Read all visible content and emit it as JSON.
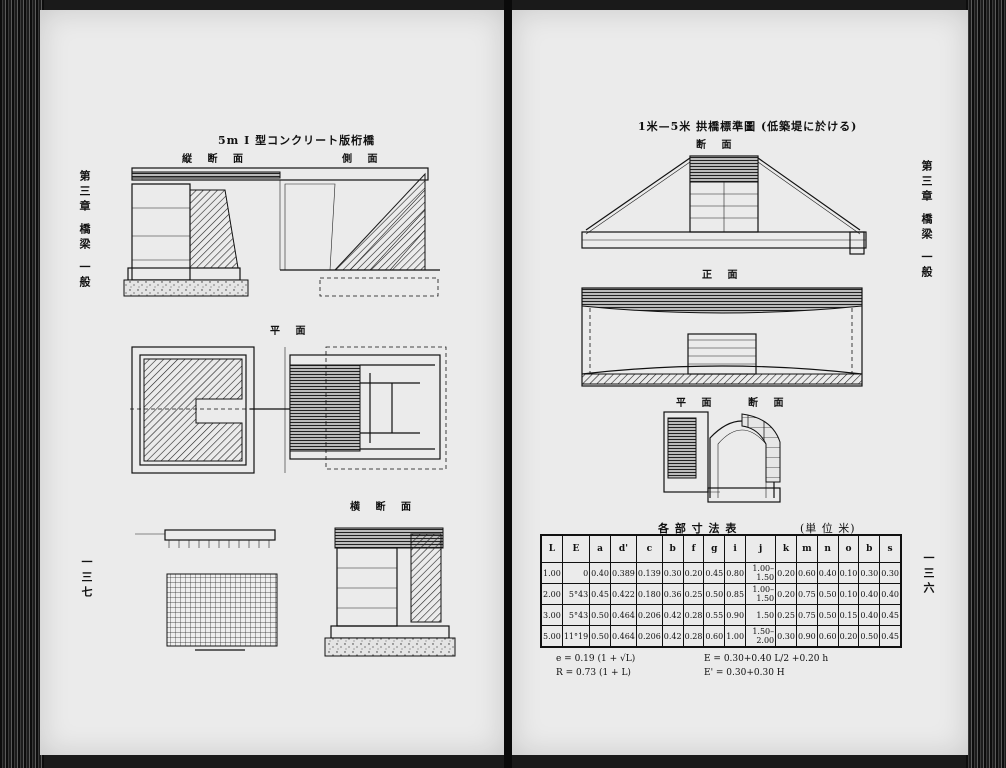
{
  "left_page": {
    "title": "5m I 型コンクリート版桁橋",
    "label_longitudinal": "縦 断 面",
    "label_side": "側 面",
    "label_plan": "平 面",
    "label_cross": "横 断 面",
    "chapter_side": "第三章 橋梁 一般",
    "page_number": "一三七"
  },
  "right_page": {
    "title": "1米—5米 拱橋標準圖 (低築堤に於ける)",
    "label_section": "断 面",
    "label_front": "正 面",
    "label_plan": "平 面",
    "label_cross": "断 面",
    "chapter_side": "第三章 橋梁 一般",
    "page_number": "一三六",
    "table_title": "各 部 寸 法 表",
    "table_unit": "(単 位 米)",
    "table": {
      "headers": [
        "L",
        "E",
        "a",
        "d'",
        "c",
        "b",
        "f",
        "g",
        "i",
        "j",
        "k",
        "m",
        "n",
        "o",
        "b",
        "s"
      ],
      "rows": [
        [
          "1.00",
          "0",
          "0.40",
          "0.389",
          "0.139",
          "0.30",
          "0.20",
          "0.45",
          "0.80",
          "1.00–1.50",
          "0.20",
          "0.60",
          "0.40",
          "0.10",
          "0.30",
          "0.30"
        ],
        [
          "2.00",
          "5°43",
          "0.45",
          "0.422",
          "0.180",
          "0.36",
          "0.25",
          "0.50",
          "0.85",
          "1.00–1.50",
          "0.20",
          "0.75",
          "0.50",
          "0.10",
          "0.40",
          "0.40"
        ],
        [
          "3.00",
          "5°43",
          "0.50",
          "0.464",
          "0.206",
          "0.42",
          "0.28",
          "0.55",
          "0.90",
          "1.50",
          "0.25",
          "0.75",
          "0.50",
          "0.15",
          "0.40",
          "0.45"
        ],
        [
          "5.00",
          "11°19",
          "0.50",
          "0.464",
          "0.206",
          "0.42",
          "0.28",
          "0.60",
          "1.00",
          "1.50–2.00",
          "0.30",
          "0.90",
          "0.60",
          "0.20",
          "0.50",
          "0.45"
        ]
      ]
    },
    "formula1": "e = 0.19 (1 + √L)",
    "formula2": "R = 0.73 (1 + L)",
    "formula3": "E = 0.30+0.40 L/2 +0.20 h",
    "formula4": "E' = 0.30+0.30 H"
  },
  "colors": {
    "paper": "#ebebeb",
    "ink": "#111111",
    "spine": "#1a1a1a"
  }
}
